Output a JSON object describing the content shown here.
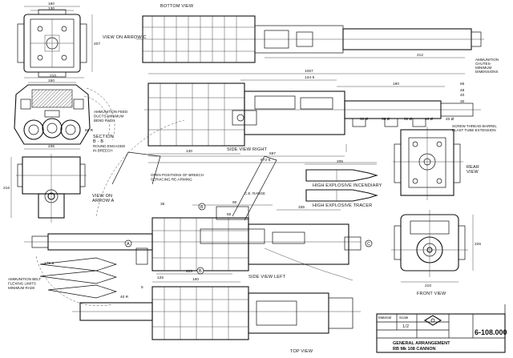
{
  "views": {
    "bottom_view": "BOTTOM VIEW",
    "view_on_arrow_c": "VIEW ON\nARROW C",
    "ammo_feed_ducts": "AMMUNITION FEED\nDUCTS-MINIMUM\nBEND RADII",
    "section_bb": "SECTION\nB - B",
    "round_engaged": "ROUND ENGAGED\nIN BREECH",
    "side_view_right": "SIDE VIEW  RIGHT",
    "screw_thread": "SCREW THREAD-BARREL\nBLAST TUBE EXTENSION",
    "ammo_chutes": "AMMUNITION\nCHUTES-\nMINIMUM\nDIMENSIONS",
    "rear_view": "REAR\nVIEW",
    "view_on_arrow_a": "VIEW ON\nARROW A",
    "open_positions": "OPEN POSITIONS OF BREECH\nSERVICING  RE-ARMING",
    "ce_range": "C.E. RANGE",
    "high_explosive_incendiary": "HIGH EXPLOSIVE INCENDIARY",
    "high_explosive_tracer": "HIGH EXPLOSIVE TRACER",
    "side_view_left": "SIDE VIEW  LEFT",
    "front_view": "FRONT VIEW",
    "ammo_belt": "AMMUNITION BELT\nFLEXING LIMITS\nMINIMUM RADII",
    "top_view": "TOP VIEW"
  },
  "markers": {
    "a": "A",
    "b": "B",
    "c": "C"
  },
  "dims": {
    "d180": "180",
    "d130": "130",
    "d207": "207",
    "d210": "210",
    "d150": "150",
    "d212": "212",
    "d1057": "1057",
    "d134_5": "134·5",
    "d180b": "180",
    "d65": "65",
    "d48": "48",
    "d40": "40",
    "d30": "30",
    "d56": "56 Ø",
    "d52": "52 Ø",
    "d46": "46 Ø",
    "d40d": "40 Ø",
    "d60": "60 Ø",
    "d130b": "130",
    "d597": "597",
    "d672": "672·5",
    "d205": "205",
    "d216": "216",
    "d226": "226",
    "d90": "90",
    "d335": "335",
    "d60b": "60",
    "d36": "36",
    "d225": "225",
    "d175": "175·6",
    "d210b": "210",
    "d236": "236",
    "d125": "125",
    "d160": "160",
    "d5": "5",
    "d50": "50 R",
    "d40r": "40 R"
  },
  "title_block": {
    "material": "Material",
    "scale_label": "Scale",
    "scale_value": "1/2",
    "drawing_number": "6-108.000",
    "title_line1": "GENERAL  ARRANGEMENT",
    "title_line2": "RB  Mk 108  CANNON"
  }
}
